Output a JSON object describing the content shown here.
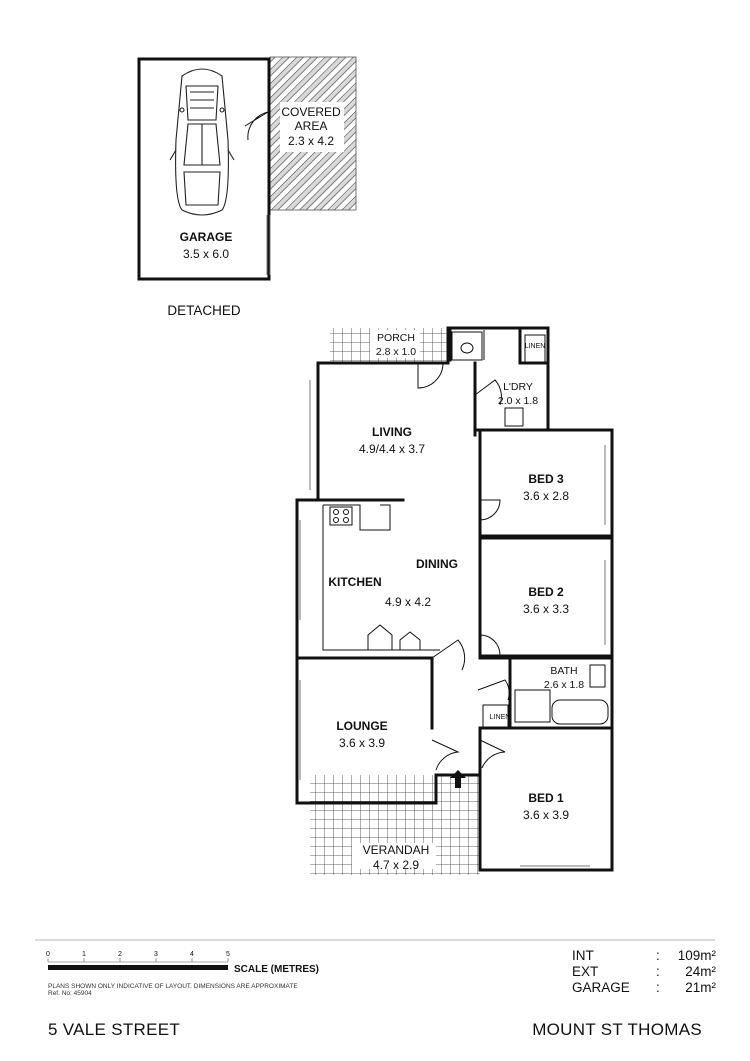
{
  "rooms": {
    "garage": {
      "name": "GARAGE",
      "dims": "3.5 x 6.0"
    },
    "covered_area": {
      "name_line1": "COVERED",
      "name_line2": "AREA",
      "dims": "2.3 x 4.2"
    },
    "detached_label": "DETACHED",
    "porch": {
      "name": "PORCH",
      "dims": "2.8 x 1.0"
    },
    "linen_top": "LINEN",
    "laundry": {
      "name": "L'DRY",
      "dims": "2.0 x 1.8"
    },
    "living": {
      "name": "LIVING",
      "dims": "4.9/4.4 x 3.7"
    },
    "bed3": {
      "name": "BED 3",
      "dims": "3.6 x 2.8"
    },
    "dining": {
      "name": "DINING"
    },
    "kitchen": {
      "name": "KITCHEN",
      "dims": "4.9 x 4.2"
    },
    "bed2": {
      "name": "BED 2",
      "dims": "3.6 x 3.3"
    },
    "bath": {
      "name": "BATH",
      "dims": "2.6 x 1.8"
    },
    "linen_hall": "LINEN",
    "lounge": {
      "name": "LOUNGE",
      "dims": "3.6 x 3.9"
    },
    "bed1": {
      "name": "BED 1",
      "dims": "3.6 x 3.9"
    },
    "verandah": {
      "name": "VERANDAH",
      "dims": "4.7 x 2.9"
    }
  },
  "scale": {
    "label": "SCALE (METRES)",
    "ticks": [
      "0",
      "1",
      "2",
      "3",
      "4",
      "5"
    ]
  },
  "disclaimer": {
    "line1": "PLANS SHOWN ONLY INDICATIVE OF LAYOUT.  DIMENSIONS ARE APPROXIMATE",
    "line2": "Ref. No: 45904"
  },
  "areas": [
    {
      "label": "INT",
      "sep": ":",
      "value": "109m²"
    },
    {
      "label": "EXT",
      "sep": ":",
      "value": "24m²"
    },
    {
      "label": "GARAGE",
      "sep": ":",
      "value": "21m²"
    }
  ],
  "footer": {
    "address": "5 VALE STREET",
    "suburb": "MOUNT ST THOMAS"
  }
}
